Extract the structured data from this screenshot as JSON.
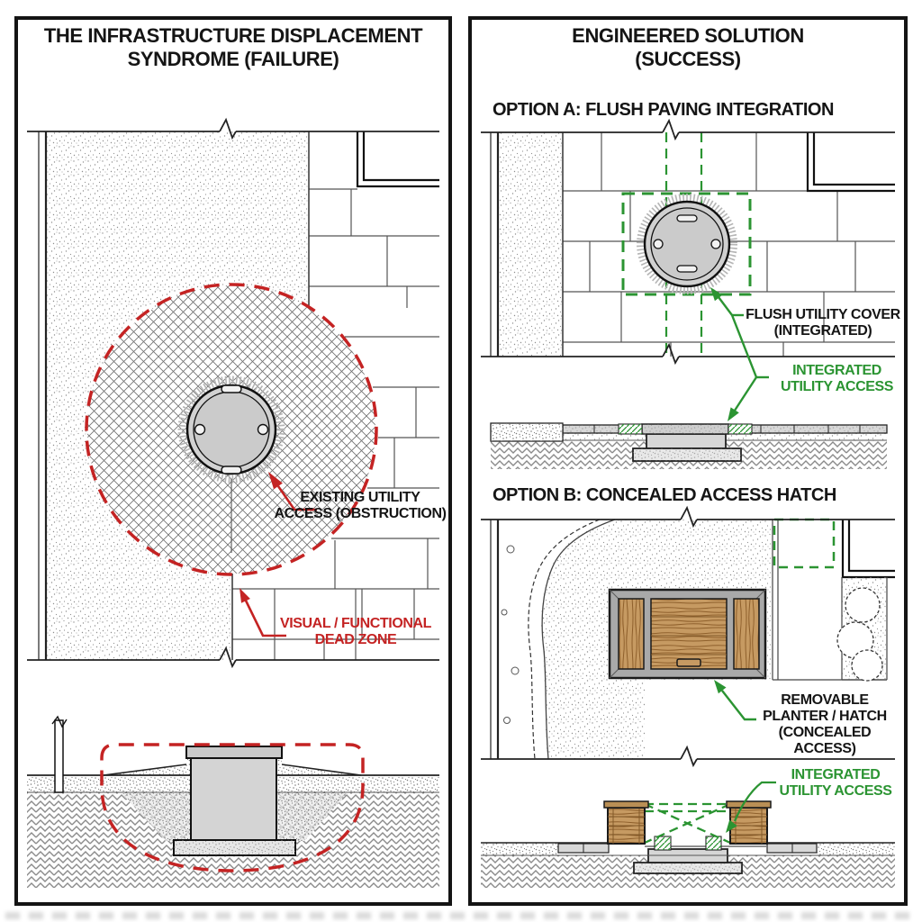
{
  "colors": {
    "accent_red": "#c42323",
    "accent_green": "#2b9432",
    "ink": "#151515"
  },
  "left_panel": {
    "title_line1": "THE INFRASTRUCTURE DISPLACEMENT",
    "title_line2": "SYNDROME (FAILURE)",
    "labels": {
      "existing_line1": "EXISTING UTILITY",
      "existing_line2": "ACCESS (OBSTRUCTION)",
      "deadzone_line1": "VISUAL / FUNCTIONAL",
      "deadzone_line2": "DEAD ZONE"
    }
  },
  "right_panel": {
    "title_line1": "ENGINEERED SOLUTION",
    "title_line2": "(SUCCESS)",
    "option_a": {
      "heading": "OPTION A: FLUSH PAVING INTEGRATION",
      "flush_line1": "FLUSH UTILITY COVER",
      "flush_line2": "(INTEGRATED)",
      "integrated_line1": "INTEGRATED",
      "integrated_line2": "UTILITY ACCESS"
    },
    "option_b": {
      "heading": "OPTION B: CONCEALED ACCESS HATCH",
      "removable_line1": "REMOVABLE",
      "removable_line2": "PLANTER / HATCH",
      "removable_line3": "(CONCEALED ACCESS)",
      "integrated_line1": "INTEGRATED",
      "integrated_line2": "UTILITY ACCESS"
    }
  }
}
